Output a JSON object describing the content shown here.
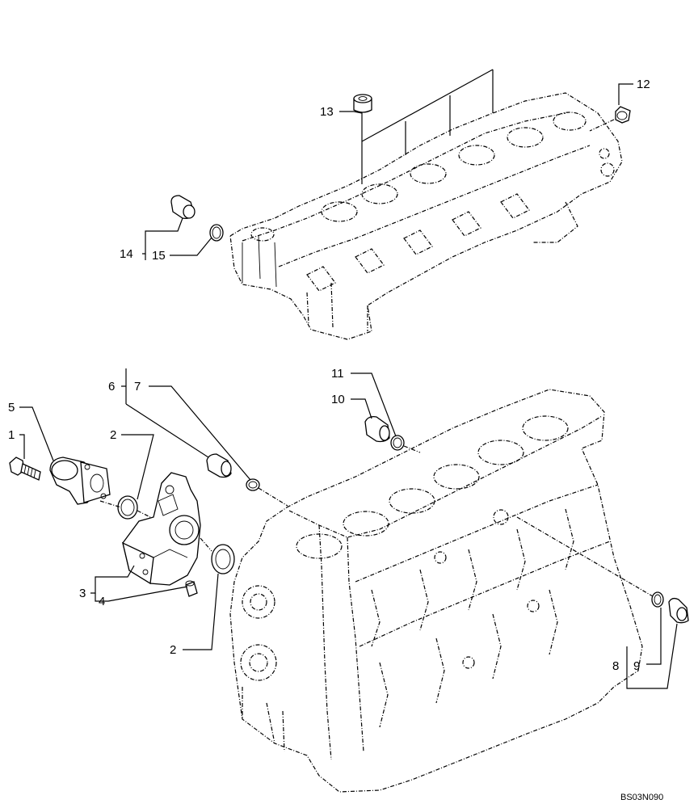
{
  "callouts": {
    "c1": "1",
    "c2a": "2",
    "c2b": "2",
    "c3": "3",
    "c4": "4",
    "c5": "5",
    "c6": "6",
    "c7": "7",
    "c8": "8",
    "c9": "9",
    "c10": "10",
    "c11": "11",
    "c12": "12",
    "c13": "13",
    "c14": "14",
    "c15": "15"
  },
  "drawing_code": "BS03N090"
}
